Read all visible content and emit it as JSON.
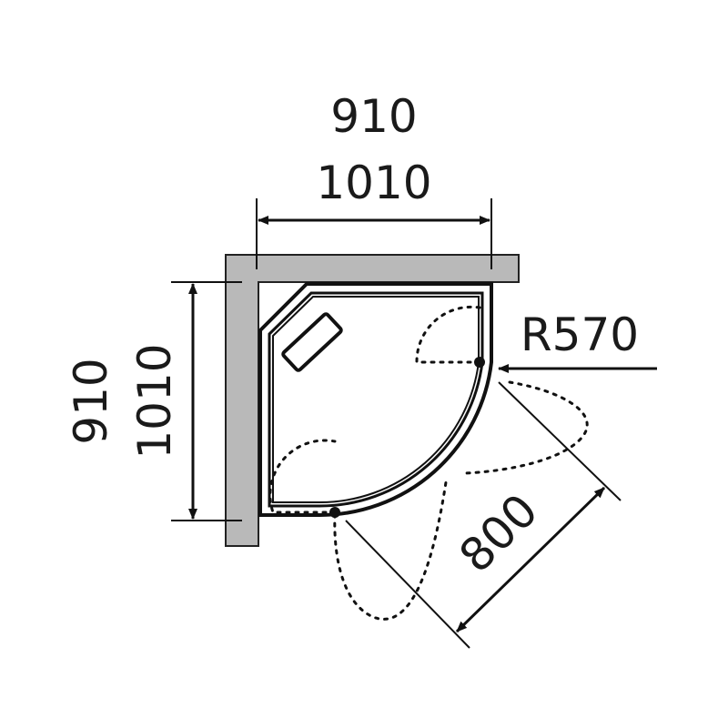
{
  "dimensions": {
    "top_small": "910",
    "top_large": "1010",
    "left_small": "910",
    "left_large": "1010",
    "radius": "R570",
    "door_opening": "800"
  },
  "colors": {
    "wall_fill": "#b9b9b9",
    "line": "#111111"
  }
}
